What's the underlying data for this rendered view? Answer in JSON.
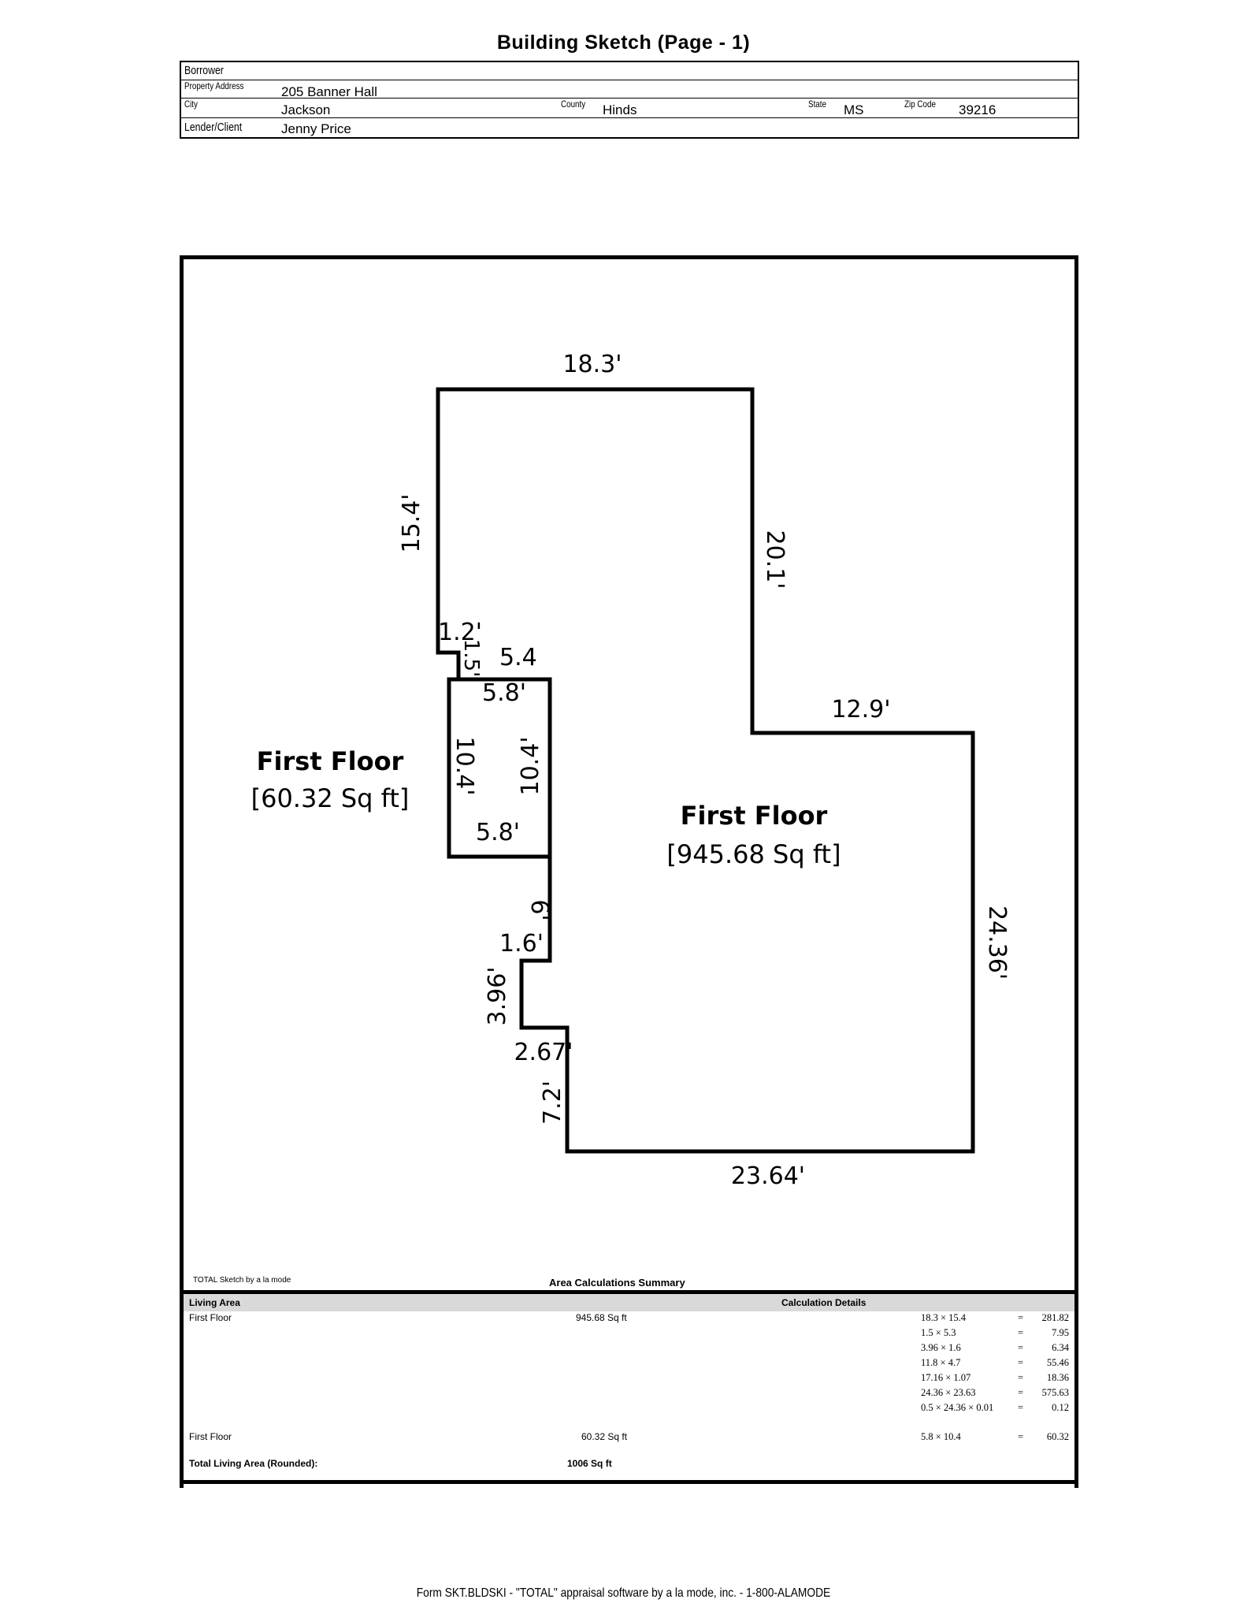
{
  "page_title": "Building Sketch (Page - 1)",
  "header": {
    "borrower_label": "Borrower",
    "borrower_value": "",
    "property_address_label": "Property Address",
    "property_address_value": "205 Banner Hall",
    "city_label": "City",
    "city_value": "Jackson",
    "county_label": "County",
    "county_value": "Hinds",
    "state_label": "State",
    "state_value": "MS",
    "zip_label": "Zip Code",
    "zip_value": "39216",
    "lender_label": "Lender/Client",
    "lender_value": "Jenny Price"
  },
  "sketch": {
    "dimensions": {
      "top": "18.3'",
      "left_upper": "15.4'",
      "right_upper": "20.1'",
      "notch_small": "1.2'",
      "notch_vertical": "1.5'",
      "notch_horizontal": "5.4",
      "room_top": "5.8'",
      "room_left": "10.4'",
      "room_right": "10.4'",
      "room_bottom": "5.8'",
      "step_mid": "12.9'",
      "right_lower": "24.36'",
      "seg_6": "6'",
      "seg_1_6": "1.6'",
      "seg_3_96": "3.96'",
      "seg_2_67": "2.67'",
      "seg_7_2": "7.2'",
      "bottom": "23.64'"
    },
    "areas": [
      {
        "name": "First Floor",
        "size": "[60.32 Sq ft]"
      },
      {
        "name": "First Floor",
        "size": "[945.68 Sq ft]"
      }
    ]
  },
  "credit": "TOTAL Sketch by a la mode",
  "summary": {
    "title": "Area Calculations Summary",
    "living_area_header": "Living Area",
    "calc_details_header": "Calculation Details",
    "rows": [
      {
        "name": "First Floor",
        "area": "945.68 Sq ft",
        "calcs": [
          {
            "expr": "18.3 × 15.4",
            "eq": "=",
            "result": "281.82"
          },
          {
            "expr": "1.5 × 5.3",
            "eq": "=",
            "result": "7.95"
          },
          {
            "expr": "3.96 × 1.6",
            "eq": "=",
            "result": "6.34"
          },
          {
            "expr": "11.8 × 4.7",
            "eq": "=",
            "result": "55.46"
          },
          {
            "expr": "17.16 × 1.07",
            "eq": "=",
            "result": "18.36"
          },
          {
            "expr": "24.36 × 23.63",
            "eq": "=",
            "result": "575.63"
          },
          {
            "expr": "0.5 × 24.36 × 0.01",
            "eq": "=",
            "result": "0.12"
          }
        ]
      },
      {
        "name": "First Floor",
        "area": "60.32 Sq ft",
        "calcs": [
          {
            "expr": "5.8 × 10.4",
            "eq": "=",
            "result": "60.32"
          }
        ]
      }
    ],
    "total_label": "Total Living Area (Rounded):",
    "total_value": "1006 Sq ft"
  },
  "footer": "Form SKT.BLDSKI - \"TOTAL\" appraisal software by a la mode, inc. - 1-800-ALAMODE"
}
